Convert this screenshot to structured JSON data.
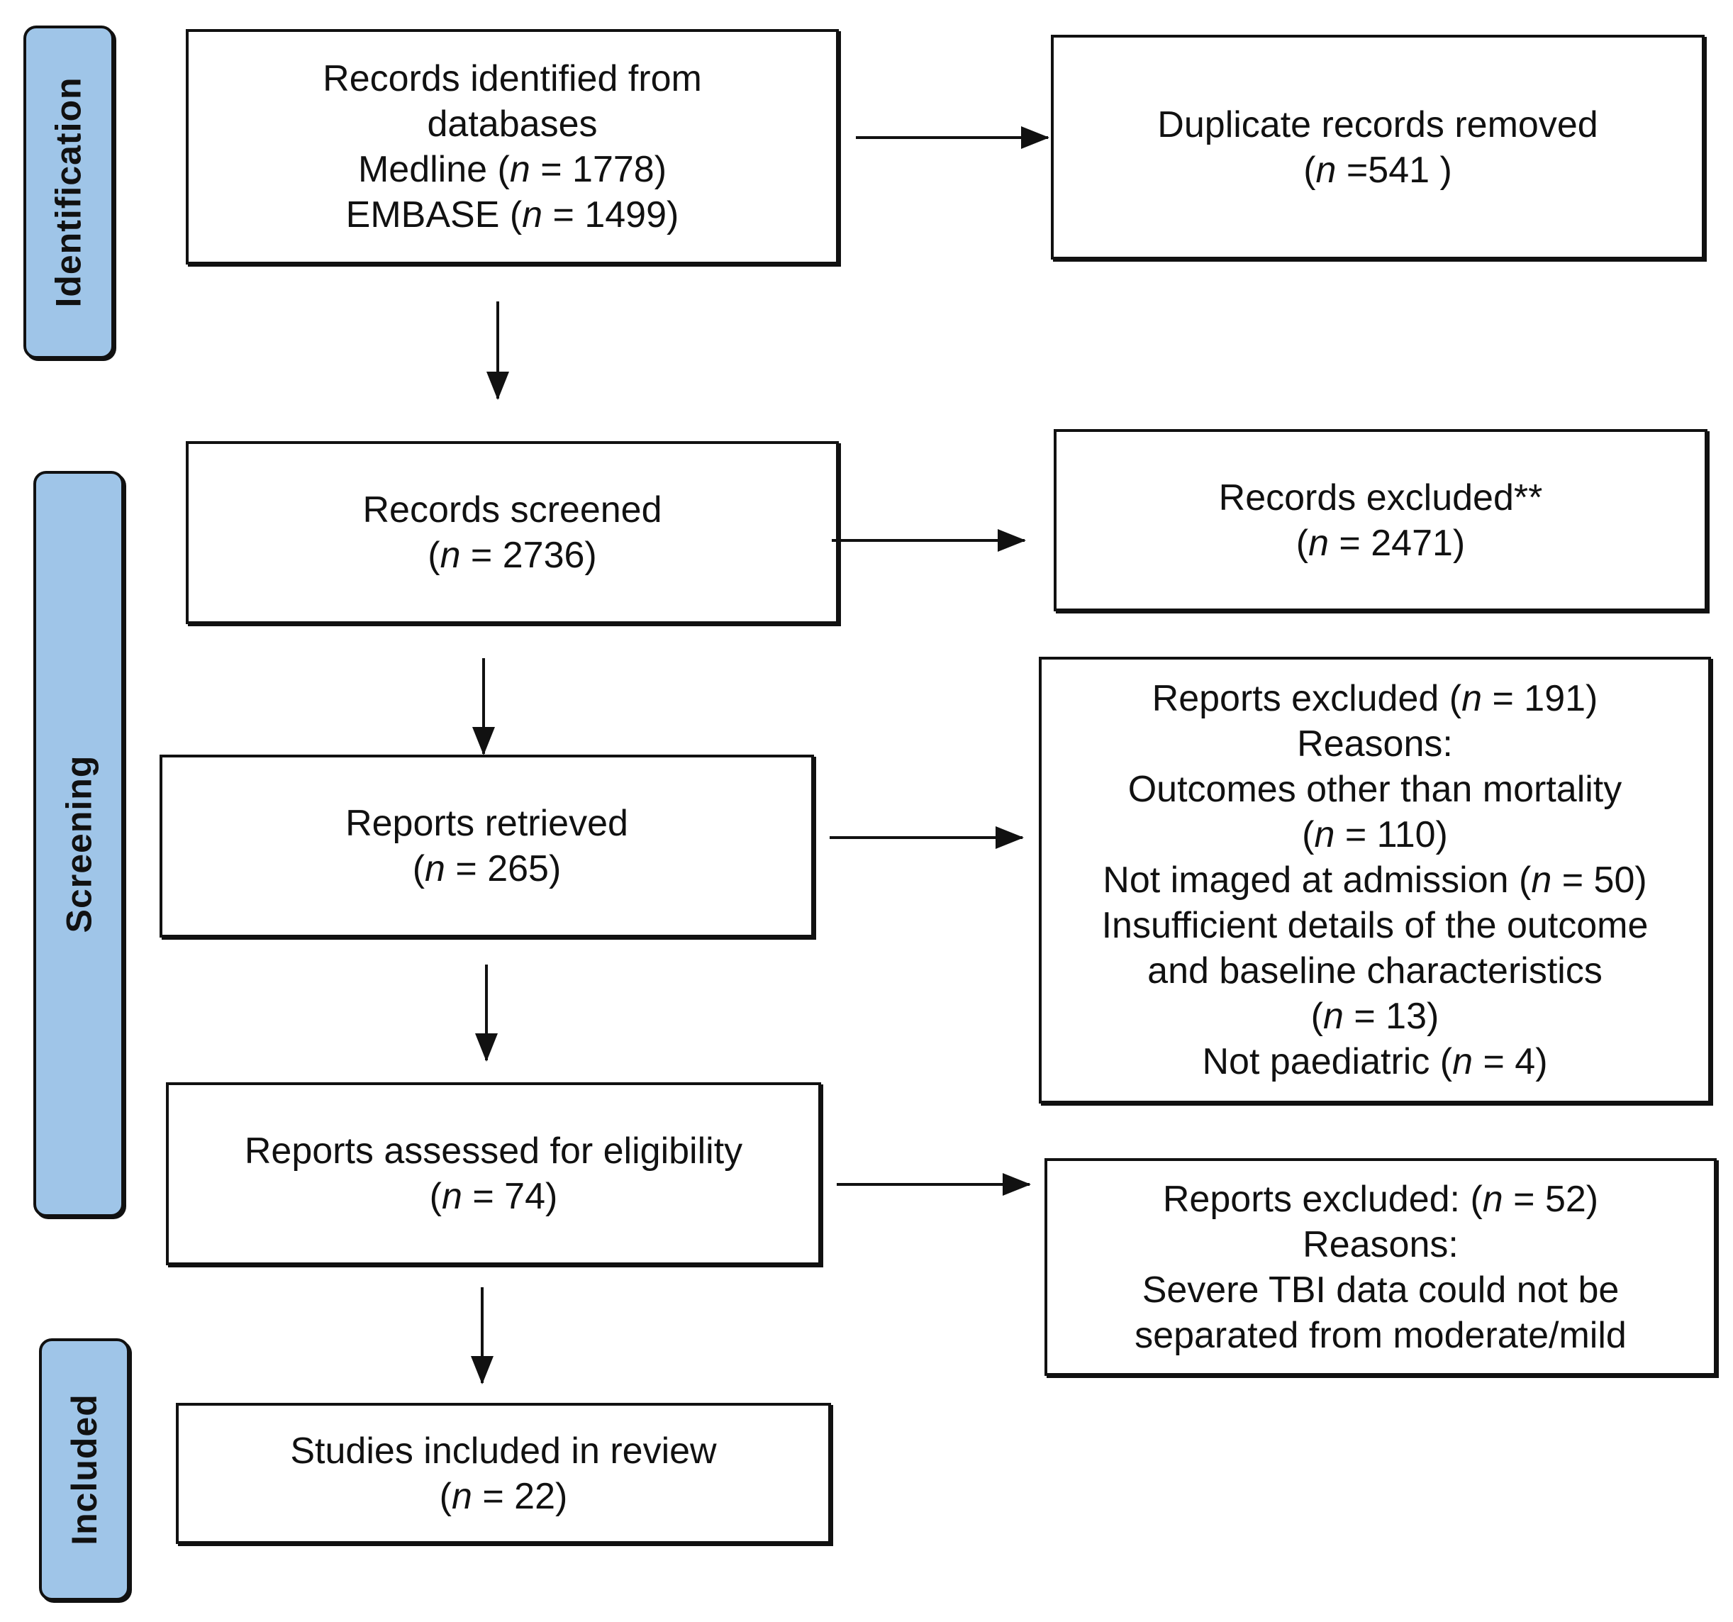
{
  "colors": {
    "stage_fill": "#9fc5e8",
    "stroke": "#111111"
  },
  "stages": [
    {
      "label": "Identification"
    },
    {
      "label": "Screening"
    },
    {
      "label": "Included"
    }
  ],
  "boxes": {
    "identified": {
      "lines": [
        {
          "text": "Records identified from"
        },
        {
          "text": "databases"
        },
        {
          "pre": "Medline (",
          "n": "n",
          "post": " = 1778)"
        },
        {
          "pre": "EMBASE (",
          "n": "n",
          "post": " = 1499)"
        }
      ]
    },
    "duplicates": {
      "lines": [
        {
          "text": "Duplicate records removed"
        },
        {
          "pre": "(",
          "n": "n",
          "post": " =541 )"
        }
      ]
    },
    "screened": {
      "lines": [
        {
          "text": "Records screened"
        },
        {
          "pre": "(",
          "n": "n",
          "post": " = 2736)"
        }
      ]
    },
    "records_excluded": {
      "lines": [
        {
          "text": "Records excluded**"
        },
        {
          "pre": "(",
          "n": "n",
          "post": " = 2471)"
        }
      ]
    },
    "retrieved": {
      "lines": [
        {
          "text": "Reports retrieved"
        },
        {
          "pre": "(",
          "n": "n",
          "post": " = 265)"
        }
      ]
    },
    "reports_excluded_1": {
      "lines": [
        {
          "pre": "Reports excluded (",
          "n": "n",
          "post": " = 191)"
        },
        {
          "text": "Reasons:"
        },
        {
          "text": "Outcomes other than mortality"
        },
        {
          "pre": "(",
          "n": "n",
          "post": " = 110)"
        },
        {
          "pre": "Not imaged at admission (",
          "n": "n",
          "post": " = 50)"
        },
        {
          "text": "Insufficient details of the outcome"
        },
        {
          "text": "and baseline characteristics"
        },
        {
          "pre": "(",
          "n": "n",
          "post": " = 13)"
        },
        {
          "pre": "Not paediatric (",
          "n": "n",
          "post": " = 4)"
        }
      ]
    },
    "assessed": {
      "lines": [
        {
          "text": "Reports assessed for eligibility"
        },
        {
          "pre": "(",
          "n": "n",
          "post": " = 74)"
        }
      ]
    },
    "reports_excluded_2": {
      "lines": [
        {
          "pre": "Reports excluded: (",
          "n": "n",
          "post": " = 52)"
        },
        {
          "text": "Reasons:"
        },
        {
          "text": "Severe TBI data could not be"
        },
        {
          "text": "separated from moderate/mild"
        }
      ]
    },
    "included": {
      "lines": [
        {
          "text": "Studies included in review"
        },
        {
          "pre": "(",
          "n": "n",
          "post": " = 22)"
        }
      ]
    }
  }
}
